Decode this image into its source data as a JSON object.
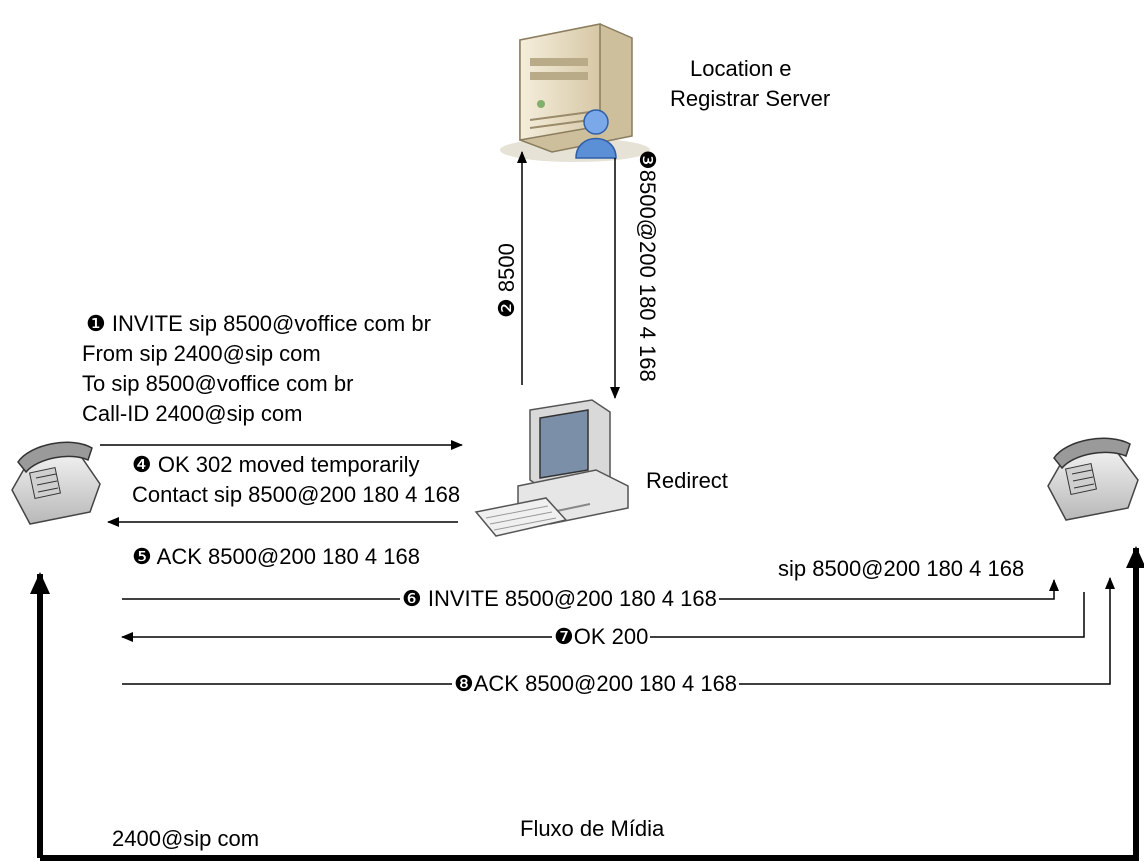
{
  "nodes": {
    "server": {
      "label_line1": "Location e",
      "label_line2": "Registrar Server"
    },
    "redirect": {
      "label": "Redirect"
    },
    "caller": {
      "label": "2400@sip com"
    },
    "callee": {
      "label": "sip 8500@200 180 4 168"
    }
  },
  "messages": {
    "m1": {
      "number": "❶",
      "text": "INVITE sip 8500@voffice com br"
    },
    "m1_from": "From  sip 2400@sip com",
    "m1_to": "To  sip 8500@voffice com br",
    "m1_callid": "Call-ID 2400@sip com",
    "m2": {
      "number": "❷",
      "text": "8500"
    },
    "m3": {
      "number": "❸",
      "text": "8500@200 180 4 168"
    },
    "m4": {
      "number": "❹",
      "text": "OK 302 moved temporarily"
    },
    "m4_contact": "Contact sip 8500@200 180 4 168",
    "m5": {
      "number": "❺",
      "text": "ACK 8500@200 180 4 168"
    },
    "m6": {
      "number": "❻",
      "text": "INVITE 8500@200 180 4 168"
    },
    "m7": {
      "number": "❼",
      "text": "OK 200"
    },
    "m8": {
      "number": "❽",
      "text": "ACK 8500@200 180 4 168"
    }
  },
  "media": {
    "label": "Fluxo de Mídia"
  },
  "icons": {
    "server": "server-tower-icon",
    "user": "user-icon",
    "computer": "desktop-computer-icon",
    "phone_left": "telephone-icon",
    "phone_right": "telephone-icon"
  },
  "colors": {
    "line": "#000000",
    "server_body": "#e8dcc0",
    "user": "#5b8fd6"
  }
}
